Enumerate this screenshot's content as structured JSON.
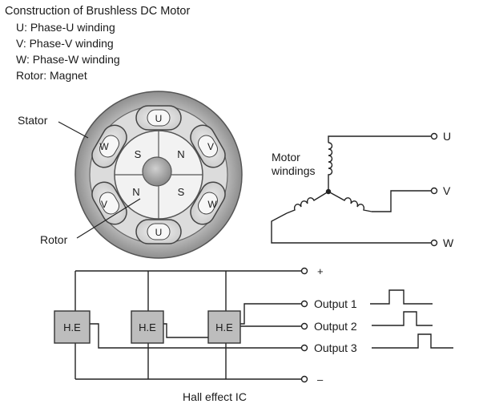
{
  "title": "Construction of Brushless DC Motor",
  "legend": [
    "U: Phase-U winding",
    "V: Phase-V winding",
    "W: Phase-W winding",
    "Rotor: Magnet"
  ],
  "motor": {
    "stator_label": "Stator",
    "rotor_label": "Rotor",
    "coil_labels": {
      "top": "U",
      "bottom": "U",
      "upper_left": "W",
      "upper_right": "V",
      "lower_left": "V",
      "lower_right": "W"
    },
    "pole_labels": {
      "top_left": "S",
      "top_right": "N",
      "bottom_left": "N",
      "bottom_right": "S"
    }
  },
  "windings": {
    "label_line1": "Motor",
    "label_line2": "windings",
    "terminals": [
      "U",
      "V",
      "W"
    ]
  },
  "hall": {
    "plus": "+",
    "minus": "–",
    "sensor_label": "H.E",
    "outputs": [
      "Output 1",
      "Output 2",
      "Output 3"
    ],
    "caption": "Hall effect IC"
  }
}
